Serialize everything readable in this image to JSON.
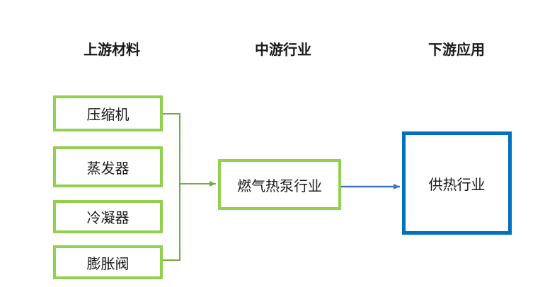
{
  "diagram": {
    "type": "industry-chain-flow",
    "headers": [
      {
        "id": "upstream",
        "label": "上游材料"
      },
      {
        "id": "midstream",
        "label": "中游行业"
      },
      {
        "id": "downstream",
        "label": "下游应用"
      }
    ],
    "upstream_nodes": [
      {
        "label": "压缩机"
      },
      {
        "label": "蒸发器"
      },
      {
        "label": "冷凝器"
      },
      {
        "label": "膨胀阀"
      }
    ],
    "midstream_node": {
      "label": "燃气热泵行业"
    },
    "downstream_node": {
      "label": "供热行业"
    },
    "edges": [
      {
        "from": "压缩机/蒸发器/冷凝器/膨胀阀",
        "to": "燃气热泵行业",
        "color": "#70AD47",
        "style": "bus-with-arrow"
      },
      {
        "from": "燃气热泵行业",
        "to": "供热行业",
        "color": "#4472C4",
        "style": "arrow"
      }
    ],
    "colors": {
      "upstream_box_border": "#92D050",
      "midstream_box_border": "#92D050",
      "downstream_box_border": "#0070C0",
      "upstream_connector": "#70AD47",
      "downstream_connector": "#4472C4",
      "text": "#1a1a1a",
      "background": "#ffffff"
    }
  }
}
